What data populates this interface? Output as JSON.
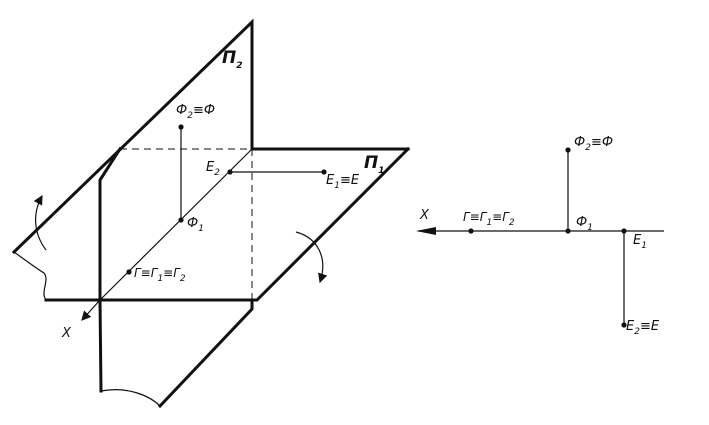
{
  "planes": {
    "p2": {
      "main": "П",
      "sub": "2"
    },
    "p1": {
      "main": "П",
      "sub": "1"
    }
  },
  "axis": {
    "label": "X"
  },
  "points_3d": {
    "phi2": {
      "main": "Ф",
      "sub": "2",
      "rest": "≡Ф"
    },
    "phi1": {
      "main": "Ф",
      "sub": "1"
    },
    "e2": {
      "main": "E",
      "sub": "2"
    },
    "e1": {
      "main": "E",
      "sub": "1",
      "rest": "≡E"
    },
    "gamma": {
      "a": "Г≡Г",
      "s1": "1",
      "b": "≡Г",
      "s2": "2"
    }
  },
  "epure": {
    "axis_label": "X",
    "phi2": {
      "main": "Ф",
      "sub": "2",
      "rest": "≡Ф"
    },
    "phi1": {
      "main": "Ф",
      "sub": "1"
    },
    "e1": {
      "main": "E",
      "sub": "1"
    },
    "e2": {
      "main": "E",
      "sub": "2",
      "rest": "≡E"
    },
    "gamma": {
      "a": "Г≡Г",
      "s1": "1",
      "b": "≡Г",
      "s2": "2"
    }
  }
}
